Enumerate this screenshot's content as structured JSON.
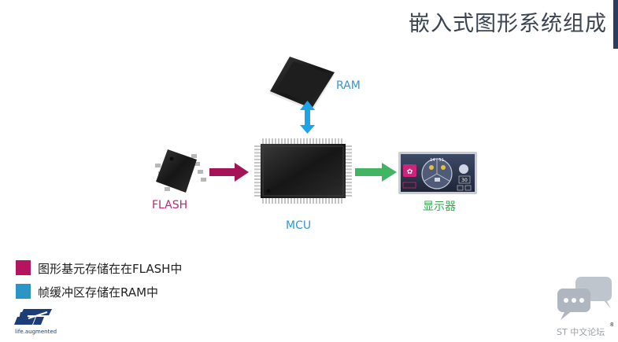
{
  "slide": {
    "title": "嵌入式图形系统组成",
    "page_number": "8"
  },
  "diagram": {
    "ram_label": "RAM",
    "flash_label": "FLASH",
    "mcu_label": "MCU",
    "display_label": "显示器",
    "screen": {
      "top_text": "14 : 51",
      "dial_value": "30"
    }
  },
  "legend": [
    {
      "text": "图形基元存储在在FLASH中",
      "color": "#b5145f"
    },
    {
      "text": "帧缓冲区存储在RAM中",
      "color": "#2b96c6"
    }
  ],
  "logo": {
    "tagline": "life.augmented"
  },
  "watermark": {
    "text": "ST 中文论坛"
  },
  "colors": {
    "flash_arrow": "#a31356",
    "ram_arrow": "#1ea3e6",
    "display_arrow": "#41b563",
    "title_bar": "#2a3d5e"
  }
}
